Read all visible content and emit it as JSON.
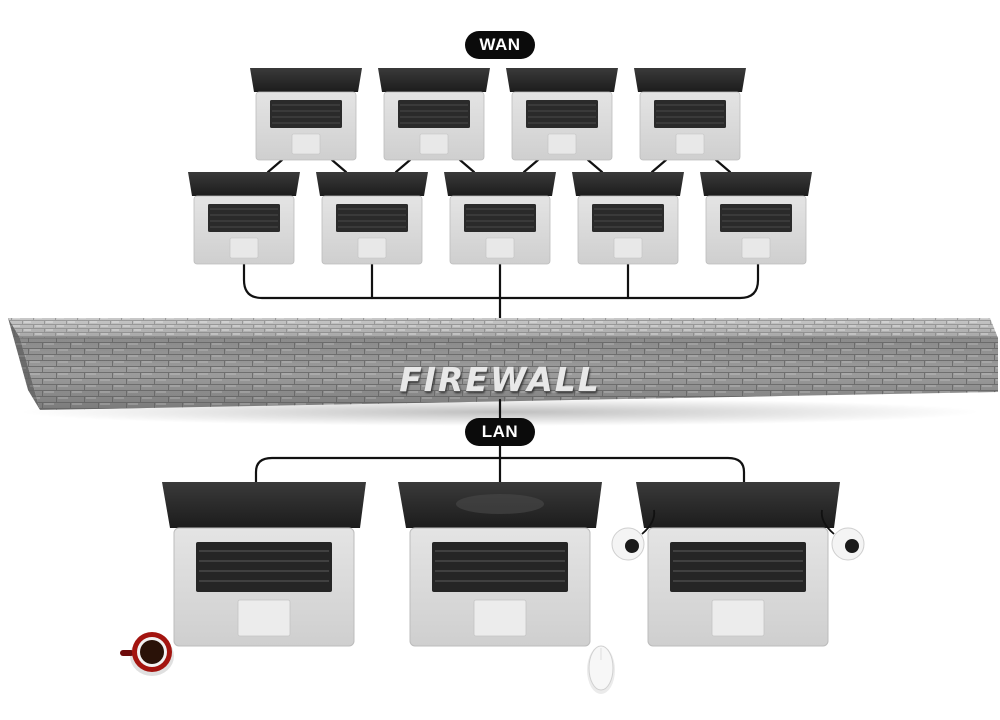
{
  "network": {
    "wan_label": "WAN",
    "lan_label": "LAN",
    "firewall_label": "FIREWALL"
  },
  "colors": {
    "line": "#111111",
    "pill_bg": "#0b0b0b",
    "laptop_body": "#d9d9d9",
    "laptop_lid": "#2b2b2b",
    "wall_stone": "#8c8c8c"
  },
  "wan_laptops": [
    {
      "id": "wan-laptop-1",
      "row": 1
    },
    {
      "id": "wan-laptop-2",
      "row": 1
    },
    {
      "id": "wan-laptop-3",
      "row": 1
    },
    {
      "id": "wan-laptop-4",
      "row": 1
    },
    {
      "id": "wan-laptop-5",
      "row": 2
    },
    {
      "id": "wan-laptop-6",
      "row": 2
    },
    {
      "id": "wan-laptop-7",
      "row": 2
    },
    {
      "id": "wan-laptop-8",
      "row": 2
    },
    {
      "id": "wan-laptop-9",
      "row": 2
    }
  ],
  "lan_laptops": [
    {
      "id": "lan-laptop-1"
    },
    {
      "id": "lan-laptop-2"
    },
    {
      "id": "lan-laptop-3"
    }
  ],
  "accessories": [
    {
      "id": "coffee-cup-icon"
    },
    {
      "id": "mouse-icon"
    },
    {
      "id": "speaker-left-icon"
    },
    {
      "id": "speaker-right-icon"
    }
  ]
}
